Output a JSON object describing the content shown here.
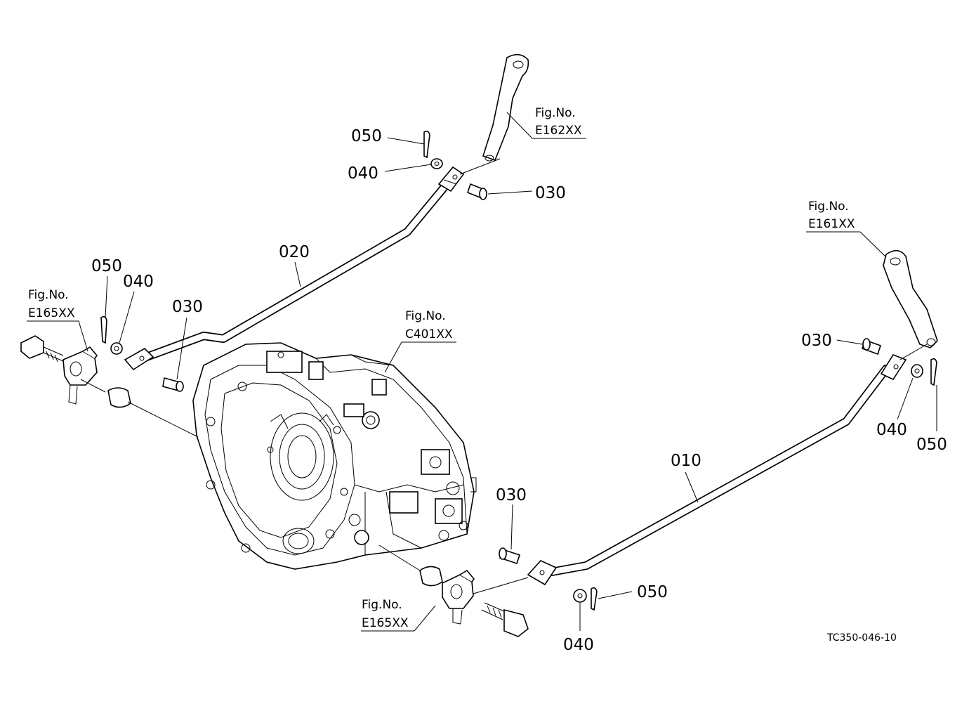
{
  "diagram": {
    "drawing_code": "TC350-046-10",
    "parts": {
      "p010": "010",
      "p020": "020",
      "p030": "030",
      "p040": "040",
      "p050": "050"
    },
    "figure_refs": [
      {
        "prefix": "Fig.No.",
        "number": "E162XX"
      },
      {
        "prefix": "Fig.No.",
        "number": "E161XX"
      },
      {
        "prefix": "Fig.No.",
        "number": "E165XX"
      },
      {
        "prefix": "Fig.No.",
        "number": "C401XX"
      },
      {
        "prefix": "Fig.No.",
        "number": "E165XX"
      }
    ]
  }
}
